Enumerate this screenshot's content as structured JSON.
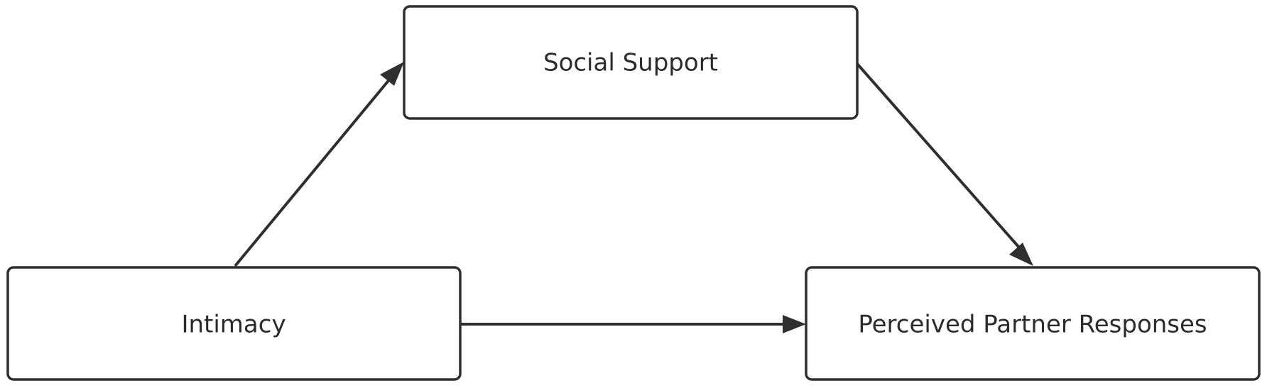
{
  "diagram": {
    "nodes": {
      "social_support": {
        "label": "Social Support"
      },
      "intimacy": {
        "label": "Intimacy"
      },
      "perceived_partner_responses": {
        "label": "Perceived Partner Responses"
      }
    },
    "edges": [
      {
        "from": "Intimacy",
        "to": "Social Support"
      },
      {
        "from": "Social Support",
        "to": "Perceived Partner Responses"
      },
      {
        "from": "Intimacy",
        "to": "Perceived Partner Responses"
      }
    ]
  }
}
